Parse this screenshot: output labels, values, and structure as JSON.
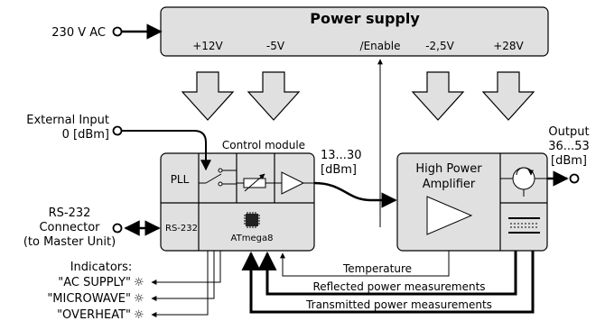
{
  "power_supply": {
    "title": "Power supply",
    "input": "230 V AC",
    "outputs": [
      "+12V",
      "-5V",
      "/Enable",
      "-2,5V",
      "+28V"
    ]
  },
  "external_input": {
    "line1": "External Input",
    "line2": "0 [dBm]"
  },
  "control_module": {
    "label": "Control module",
    "pll": "PLL",
    "rs232": "RS-232",
    "mcu": "ATmega8"
  },
  "rs232_connector": {
    "line1": "RS-232",
    "line2": "Connector",
    "line3": "(to Master Unit)"
  },
  "mid_level": {
    "line1": "13...30",
    "line2": "[dBm]"
  },
  "amplifier": {
    "line1": "High Power",
    "line2": "Amplifier"
  },
  "output": {
    "line1": "Output",
    "line2": "36...53",
    "line3": "[dBm]"
  },
  "indicators": {
    "title": "Indicators:",
    "items": [
      "\"AC SUPPLY\"",
      "\"MICROWAVE\"",
      "\"OVERHEAT\""
    ]
  },
  "feedback_lines": {
    "temperature": "Temperature",
    "reflected": "Reflected power measurements",
    "transmitted": "Transmitted power measurements"
  }
}
